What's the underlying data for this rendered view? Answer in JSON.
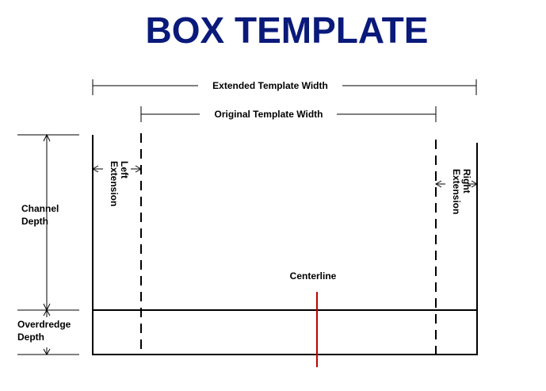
{
  "title": "BOX TEMPLATE",
  "labels": {
    "extended_width": "Extended Template Width",
    "original_width": "Original Template Width",
    "left_extension_line1": "Left",
    "left_extension_line2": "Extension",
    "right_extension_line1": "Right",
    "right_extension_line2": "Extension",
    "channel_depth_line1": "Channel",
    "channel_depth_line2": "Depth",
    "overdredge_depth_line1": "Overdredge",
    "overdredge_depth_line2": "Depth",
    "centerline": "Centerline"
  },
  "colors": {
    "title": "#0A1A7A",
    "centerline": "#C00000",
    "lines": "#000000"
  }
}
